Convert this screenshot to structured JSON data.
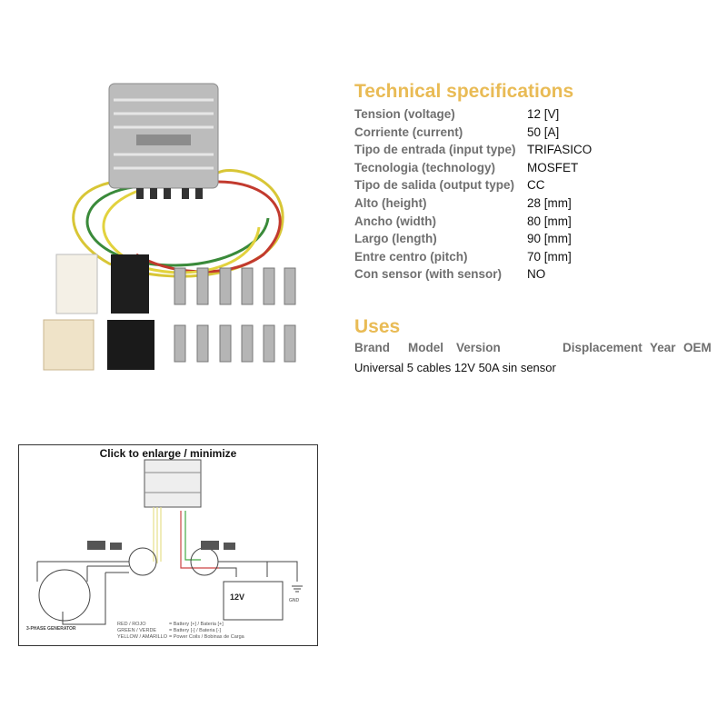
{
  "specs": {
    "title": "Technical specifications",
    "rows": [
      {
        "label": "Tension (voltage)",
        "value": "12 [V]"
      },
      {
        "label": "Corriente (current)",
        "value": "50 [A]"
      },
      {
        "label": "Tipo de entrada (input type)",
        "value": "TRIFASICO"
      },
      {
        "label": "Tecnologia (technology)",
        "value": "MOSFET"
      },
      {
        "label": "Tipo de salida (output type)",
        "value": "CC"
      },
      {
        "label": "Alto (height)",
        "value": "28 [mm]"
      },
      {
        "label": "Ancho (width)",
        "value": "80 [mm]"
      },
      {
        "label": "Largo (length)",
        "value": "90 [mm]"
      },
      {
        "label": "Entre centro (pitch)",
        "value": "70 [mm]"
      },
      {
        "label": "Con sensor (with sensor)",
        "value": "NO"
      }
    ]
  },
  "uses": {
    "title": "Uses",
    "headers": [
      "Brand",
      "Model",
      "Version",
      "Displacement",
      "Year",
      "OEM"
    ],
    "row": "Universal 5 cables 12V 50A sin sensor"
  },
  "diagram": {
    "title": "Click to enlarge / minimize",
    "battery_label": "12V",
    "gnd_label": "GND",
    "generator_label": "3-PHASE GENERATOR",
    "legend": [
      {
        "wire": "RED / ROJO",
        "meaning": "= Battery [+] / Bateria [+]"
      },
      {
        "wire": "GREEN / VERDE",
        "meaning": "= Battery [-] / Bateria [-]"
      },
      {
        "wire": "YELLOW / AMARILLO",
        "meaning": "= Power Coils / Bobinas de Carga"
      }
    ]
  },
  "colors": {
    "heading": "#e9bb55",
    "label": "#6f6f6f"
  }
}
